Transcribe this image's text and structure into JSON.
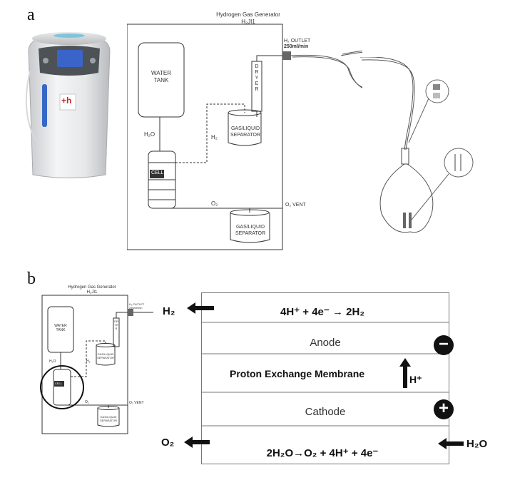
{
  "panel_a": {
    "letter": "a",
    "schematic": {
      "title": "Hydrogen Gas Generator",
      "model": "H₂JI1",
      "water_tank": [
        "WATER",
        "TANK"
      ],
      "h2o": "H₂O",
      "h2": "H₂",
      "o2": "O₂",
      "cell": "CELL",
      "dryer": "D R Y E R",
      "separator": [
        "GAS/LIQUID",
        "SEPARATOR"
      ],
      "outlet_label": "H₂ OUTLET",
      "outlet_rate": "250ml/min",
      "vent": "O₂ VENT"
    },
    "device_logo": "+h"
  },
  "panel_b": {
    "letter": "b",
    "schematic": {
      "title": "Hydrogen Gas Generator",
      "model": "H₂JI1",
      "water_tank": [
        "WATER",
        "TANK"
      ],
      "h2o": "H₂O",
      "h2": "H₂",
      "o2": "O₂",
      "cell": "CELL",
      "dryer": "DRYER",
      "separator": [
        "GAS/LIQUID",
        "SEPARATOR"
      ],
      "outlet_label": "H₂ OUTLET",
      "outlet_rate": "250ml/min",
      "vent": "O₂ VENT"
    },
    "diagram": {
      "h2_out": "H₂",
      "top_reaction": "4H⁺ + 4e⁻ → 2H₂",
      "anode": "Anode",
      "membrane": "Proton Exchange Membrane",
      "proton": "H⁺",
      "cathode": "Cathode",
      "o2_out": "O₂",
      "bottom_reaction": "2H₂O→O₂ + 4H⁺ + 4e⁻",
      "h2o_in": "H₂O",
      "minus_sign": "−",
      "plus_sign": "+"
    }
  }
}
